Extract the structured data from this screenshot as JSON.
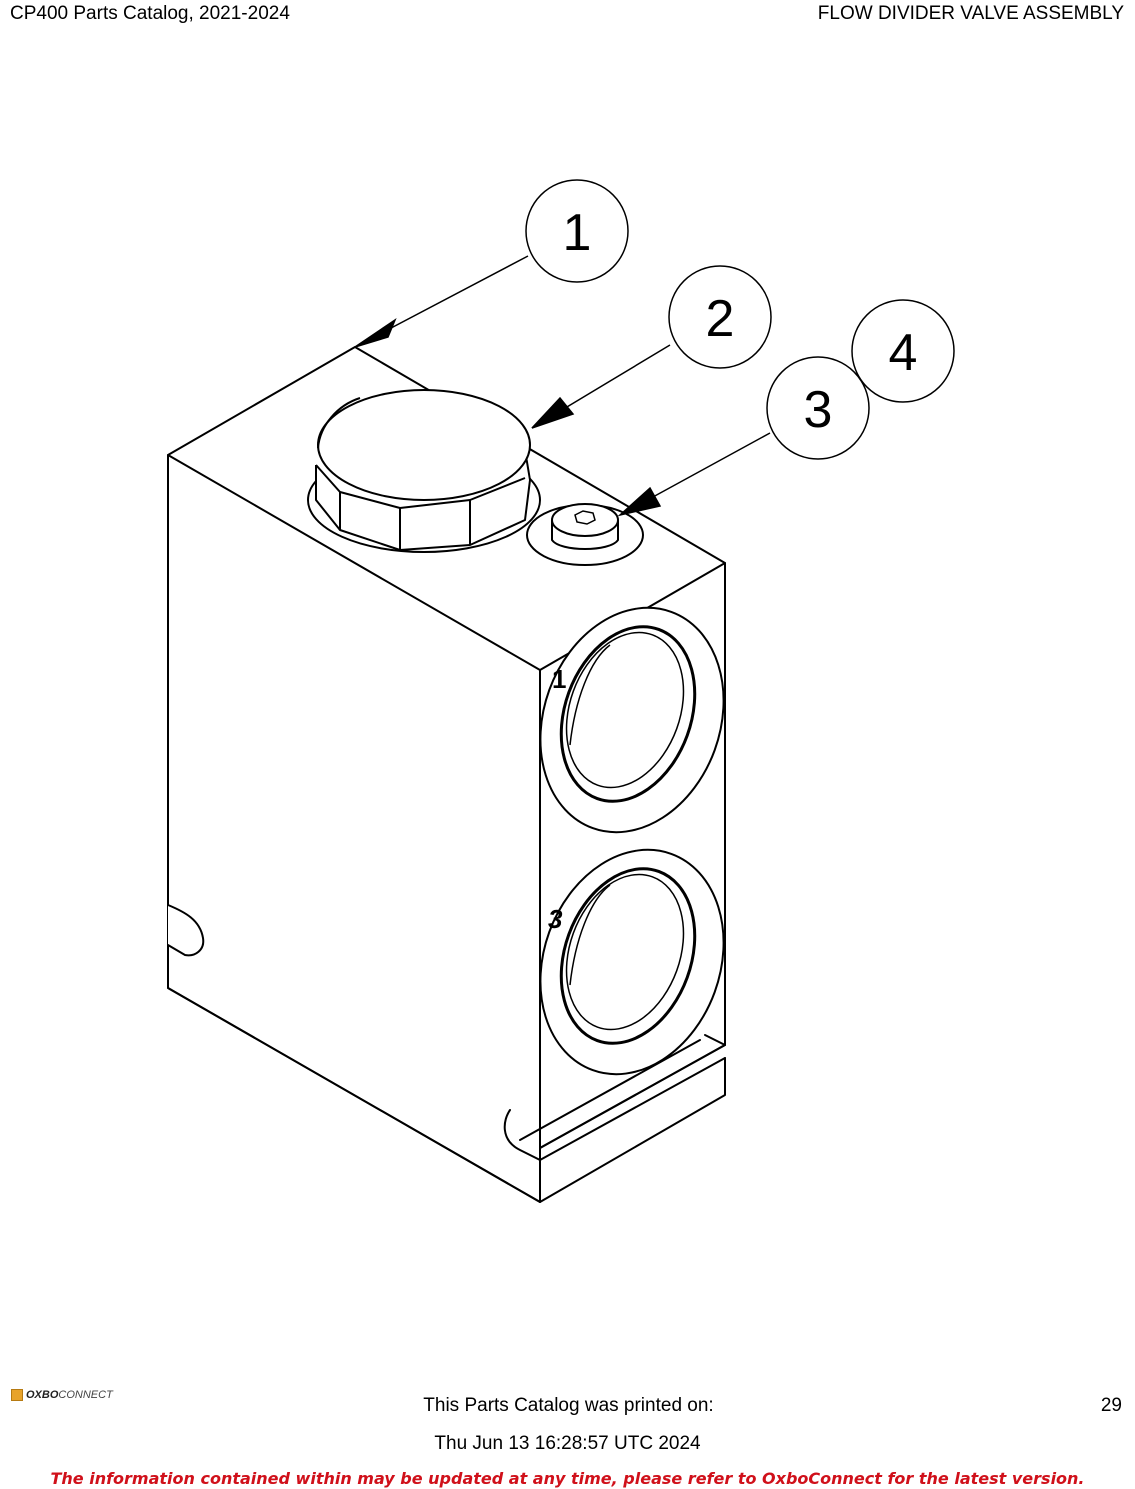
{
  "header": {
    "left": "CP400 Parts Catalog, 2021-2024",
    "right": "FLOW DIVIDER VALVE ASSEMBLY"
  },
  "diagram": {
    "callouts": [
      "1",
      "2",
      "3",
      "4"
    ],
    "port_labels": [
      "1",
      "3"
    ]
  },
  "footer": {
    "logo_bold": "OXBO",
    "logo_light": "CONNECT",
    "printed_label": "This Parts Catalog was printed on:",
    "printed_date": "Thu Jun 13 16:28:57 UTC 2024",
    "page_number": "29",
    "disclaimer": "The information contained within may be updated at any time, please refer to OxboConnect for the latest version."
  },
  "colors": {
    "disclaimer": "#d0101a",
    "logo_accent": "#e8a32a"
  }
}
